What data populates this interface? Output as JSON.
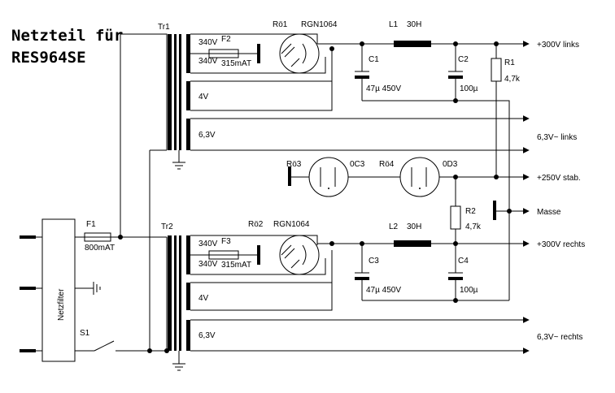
{
  "title": {
    "line1": "Netzteil für",
    "line2": "RES964SE"
  },
  "transformers": {
    "tr1": {
      "label": "Tr1",
      "w340a": "340V",
      "w340b": "340V",
      "w4": "4V",
      "w63": "6,3V"
    },
    "tr2": {
      "label": "Tr2",
      "w340a": "340V",
      "w340b": "340V",
      "w4": "4V",
      "w63": "6,3V"
    }
  },
  "fuses": {
    "f1": {
      "label": "F1",
      "value": "800mAT"
    },
    "f2": {
      "label": "F2",
      "value": "315mAT"
    },
    "f3": {
      "label": "F3",
      "value": "315mAT"
    }
  },
  "tubes": {
    "ro1": {
      "label": "Rö1",
      "type": "RGN1064"
    },
    "ro2": {
      "label": "Rö2",
      "type": "RGN1064"
    },
    "ro3": {
      "label": "Rö3",
      "type": "0C3"
    },
    "ro4": {
      "label": "Rö4",
      "type": "0D3"
    }
  },
  "chokes": {
    "l1": {
      "label": "L1",
      "value": "30H"
    },
    "l2": {
      "label": "L2",
      "value": "30H"
    }
  },
  "capacitors": {
    "c1": {
      "label": "C1",
      "value": "47µ 450V"
    },
    "c2": {
      "label": "C2",
      "value": "100µ"
    },
    "c3": {
      "label": "C3",
      "value": "47µ 450V"
    },
    "c4": {
      "label": "C4",
      "value": "100µ"
    }
  },
  "resistors": {
    "r1": {
      "label": "R1",
      "value": "4,7k"
    },
    "r2": {
      "label": "R2",
      "value": "4,7k"
    }
  },
  "outputs": {
    "hv_left": "+300V links",
    "heater_left": "6,3V~ links",
    "stab": "+250V stab.",
    "ground": "Masse",
    "hv_right": "+300V rechts",
    "heater_right": "6,3V~ rechts"
  },
  "mains": {
    "filter": "Netzfilter",
    "switch": "S1"
  }
}
